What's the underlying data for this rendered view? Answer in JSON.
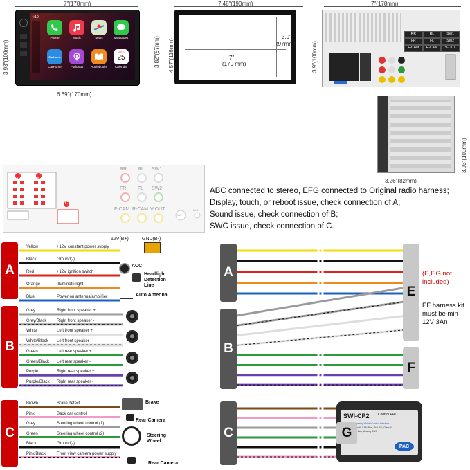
{
  "top": {
    "stereo": {
      "width": "7\"(178mm)",
      "height_outer": "3.93\"(100mm)",
      "height_inner": "3.82\"(97mm)",
      "bottom": "6.69\"(170mm)",
      "time": "4:19",
      "apps": [
        {
          "label": "Phone",
          "color": "#2fc94b"
        },
        {
          "label": "Music",
          "color": "#f0394e"
        },
        {
          "label": "Maps",
          "color": "#7cc3e8"
        },
        {
          "label": "Messages",
          "color": "#2fc94b"
        },
        {
          "label": "CarHome",
          "color": "#2a8de0"
        },
        {
          "label": "Podcasts",
          "color": "#a24ad6"
        },
        {
          "label": "Audiobooks",
          "color": "#f08a1c"
        },
        {
          "label": "Calendar",
          "color": "#ffffff"
        }
      ],
      "calendar_day": "WED",
      "calendar_date": "25",
      "carhome_label": "CarHome"
    },
    "frame": {
      "width": "7.48\"(190mm)",
      "height": "4.57\"(116mm)",
      "inner_w_1": "7\"",
      "inner_w_2": "(170 mm)",
      "inner_h_1": "3.9\"",
      "inner_h_2": "(97mm)"
    },
    "back": {
      "width": "7\"(178mm)",
      "height": "3.9\"(100mm)",
      "ports": [
        "RR",
        "RL",
        "SW1",
        "FR",
        "FL",
        "SW2",
        "F-CAM",
        "R-CAM",
        "V-OUT"
      ]
    },
    "side": {
      "height": "3.93\"(100mm)",
      "depth": "3.26\"(82mm)"
    }
  },
  "connectors": {
    "a": "A",
    "b": "B",
    "c": "C",
    "rca": [
      "RR",
      "RL",
      "SW1",
      "FR",
      "FL",
      "SW2",
      "F-CAM",
      "R-CAM",
      "V-OUT"
    ],
    "ant": "ANT",
    "mic": "MIC"
  },
  "notes": [
    "ABC connected to stereo, EFG connected to Original radio harness;",
    "Display, touch, or reboot issue, check connection of A;",
    "Sound issue, check connection of B;",
    "SWC issue, check connection of C."
  ],
  "left": {
    "a": {
      "letter": "A",
      "wires": [
        {
          "name": "Yellow",
          "fn": "+12V constant power supply",
          "color": "#f5d90a"
        },
        {
          "name": "Black",
          "fn": "Ground(-)",
          "color": "#111111"
        },
        {
          "name": "Red",
          "fn": "+12V ignition switch",
          "color": "#d9261c"
        },
        {
          "name": "Orange",
          "fn": "Illuminate light",
          "color": "#f08a1c"
        },
        {
          "name": "Blue",
          "fn": "Power on antenna/amplifier",
          "color": "#1e5fbf"
        }
      ],
      "battery_pos": "12V(B+)",
      "battery_neg": "GND(B-)",
      "acc": "ACC",
      "headlight_1": "Headlight",
      "headlight_2": "Detection",
      "headlight_3": "Line",
      "auto_antenna": "Auto Antenna"
    },
    "b": {
      "letter": "B",
      "wires": [
        {
          "name": "Grey",
          "fn": "Right front speaker +",
          "color": "#9a9a9a"
        },
        {
          "name": "Grey/Black",
          "fn": "Right front speaker -",
          "color": "#9a9a9a"
        },
        {
          "name": "White",
          "fn": "Left front speaker +",
          "color": "#dddddd"
        },
        {
          "name": "White/Black",
          "fn": "Left front speaker -",
          "color": "#dddddd"
        },
        {
          "name": "Green",
          "fn": "Left rear speaker +",
          "color": "#2a9a3a"
        },
        {
          "name": "Green/Black",
          "fn": "Left rear speaker -",
          "color": "#2a9a3a"
        },
        {
          "name": "Purple",
          "fn": "Right rear speaker +",
          "color": "#6a3fb0"
        },
        {
          "name": "Purple/Black",
          "fn": "Right rear speaker -",
          "color": "#6a3fb0"
        }
      ]
    },
    "c": {
      "letter": "C",
      "wires": [
        {
          "name": "Brown",
          "fn": "Brake detect",
          "color": "#7a4a1a"
        },
        {
          "name": "Pink",
          "fn": "Back car control",
          "color": "#f09ac8"
        },
        {
          "name": "Grey",
          "fn": "Steering wheel control (1)",
          "color": "#9a9a9a"
        },
        {
          "name": "Green",
          "fn": "Steering wheel control (2)",
          "color": "#2a9a3a"
        },
        {
          "name": "Black",
          "fn": "Ground(-)",
          "color": "#111111"
        },
        {
          "name": "Pink/Black",
          "fn": "Front view camera power supply",
          "color": "#f09ac8"
        }
      ],
      "brake": "Brake",
      "rear_camera": "Rear Camera",
      "steering_1": "Steering",
      "steering_2": "Wheel",
      "rear_camera_2": "Rear Camera"
    }
  },
  "right": {
    "a": "A",
    "b": "B",
    "c": "C",
    "e": "E",
    "f": "F",
    "g": "G",
    "efg_note_1": "(E,F,G not",
    "efg_note_2": "included)",
    "kit_1": "EF harness kit",
    "kit_2": "must be min",
    "kit_3": "12V 3An",
    "module": {
      "model": "SWI-CP2",
      "brand_top": "Control PRO",
      "desc_1": "Universal Steering Wheel Control Interface",
      "desc_2": "For vehicles with CAN-Bus, GMLAN, Class II,",
      "desc_3": "LIN-Bus Interface, Analog SWC",
      "logo": "PAC"
    }
  },
  "colors": {
    "section_red": "#cc0000",
    "section_grey": "#c0c0c0",
    "letter_dark": "#555555",
    "note_red": "#cc0000"
  }
}
